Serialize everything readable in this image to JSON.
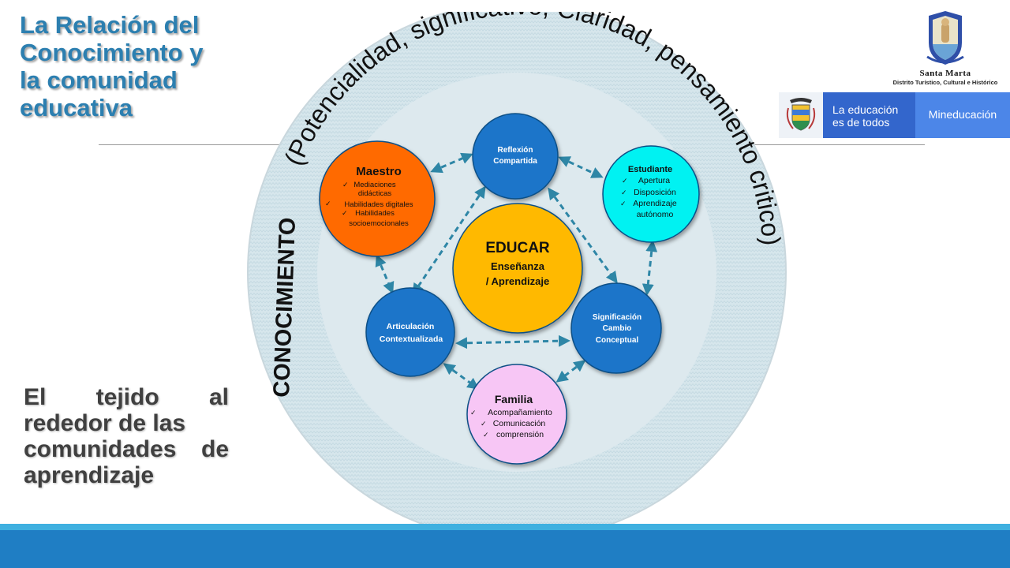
{
  "slide": {
    "title_lines": [
      "La Relación del",
      "Conocimiento y",
      "la comunidad",
      "educativa"
    ],
    "subtitle_lines": [
      "El tejido al",
      "rededor de las",
      "comunidades de",
      "aprendizaje"
    ]
  },
  "logos": {
    "city_name": "Santa Marta",
    "city_subtitle": "Distrito Turístico, Cultural e Histórico",
    "gov_tagline_lines": [
      "La educación",
      "es de todos"
    ],
    "ministry": "Mineducación"
  },
  "diagram": {
    "ring_text_arc": "(Potencialidad, significativo, Claridad, pensamiento critico)",
    "ring_text_side": "CONOCIMIENTO",
    "center": {
      "title": "EDUCAR",
      "lines": [
        "Enseñanza",
        "/ Aprendizaje"
      ],
      "color": "#ffb900"
    },
    "nodes": {
      "maestro": {
        "title": "Maestro",
        "items": [
          "Mediaciones didácticas",
          "Habilidades digitales",
          "Habilidades socioemocionales"
        ],
        "color": "#ff6a00"
      },
      "reflexion": {
        "lines": [
          "Reflexión",
          "Compartida"
        ],
        "color": "#1b75c9"
      },
      "estudiante": {
        "title": "Estudiante",
        "items": [
          "Apertura",
          "Disposición",
          "Aprendizaje autónomo"
        ],
        "color": "#00f2f2"
      },
      "articulacion": {
        "lines": [
          "Articulación",
          "Contextualizada"
        ],
        "color": "#1b75c9"
      },
      "significacion": {
        "lines": [
          "Significación",
          "Cambio",
          "Conceptual"
        ],
        "color": "#1b75c9"
      },
      "familia": {
        "title": "Familia",
        "items": [
          "Acompañamiento",
          "Comunicación",
          "comprensión"
        ],
        "color": "#f7c6f5"
      }
    },
    "colors": {
      "ring_fill": "#d6e6ec",
      "arrow": "#2e86a6"
    }
  },
  "check_mark": "✓"
}
